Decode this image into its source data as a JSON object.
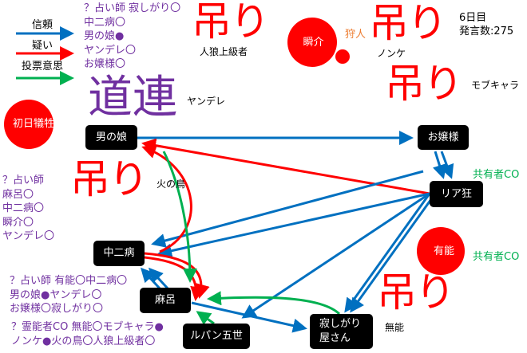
{
  "legend": {
    "trust": "信頼",
    "doubt": "疑い",
    "vote": "投票意思"
  },
  "status": {
    "day": "6日目",
    "posts": "発言数:275"
  },
  "nodes": {
    "first_victim": "初日犠牲者",
    "otokonoko": "男の娘",
    "ojousama": "お嬢様",
    "riakyou": "リア狂",
    "chuunibyou": "中二病",
    "maro": "麻呂",
    "lupin": "ルパン五世",
    "sabishigari": "寂しがり\n屋さん",
    "yuunou": "有能",
    "shunsuke": "瞬介"
  },
  "dead_names": {
    "jinrou": "人狼上級者",
    "nonke": "ノンケ",
    "mob": "モブキャラ",
    "yandere": "ヤンデレ",
    "hinotori": "火の鳥",
    "munou": "無能"
  },
  "marks": {
    "hang": "吊り",
    "michizure": "道連",
    "hunter": "狩人",
    "share1": "共有者CO",
    "share2": "共有者CO"
  },
  "notes": {
    "top": "？占い師 寂しがり〇\n中二病〇\n男の娘●\nヤンデレ〇\nお嬢様〇",
    "left": "？占い師\n麻呂〇\n中二病〇\n瞬介〇\nヤンデレ〇",
    "bottom1": "？占い師 有能〇中二病〇\n男の娘●ヤンデレ〇\nお嬢様〇寂しがり〇",
    "bottom2": "？霊能者CO 無能〇モブキャラ●\nノンケ●火の鳥〇人狼上級者〇"
  },
  "colors": {
    "trust": "#0070c0",
    "doubt": "#ff0000",
    "vote": "#00b050",
    "note": "#7030a0"
  }
}
